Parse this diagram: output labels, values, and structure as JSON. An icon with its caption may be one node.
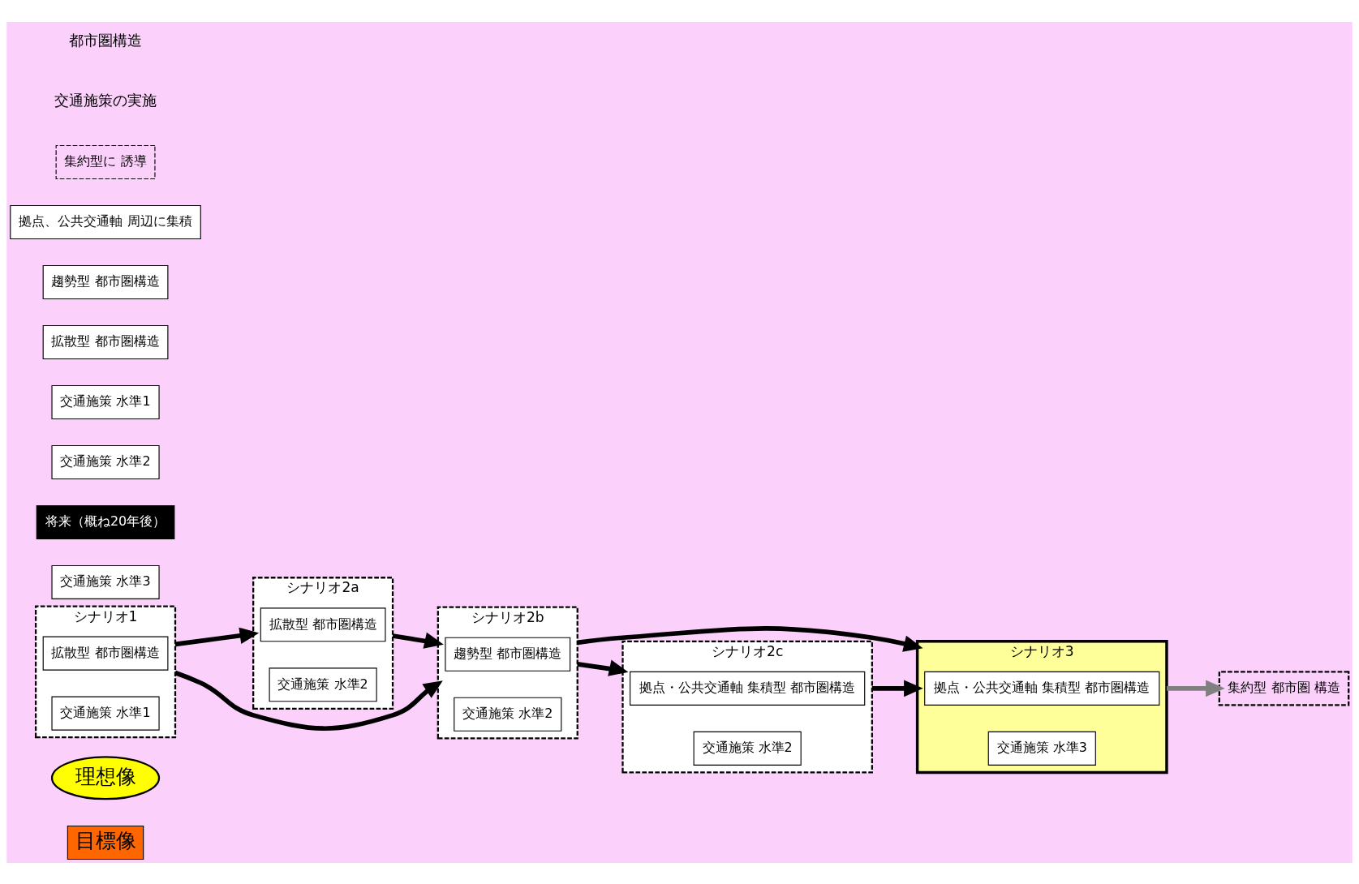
{
  "diagram": {
    "nodes": [
      {
        "text": [
          "目標像"
        ]
      },
      {
        "text": [
          "理想像"
        ]
      },
      {
        "text": [
          "シナリオ3"
        ]
      },
      {
        "text": [
          "拠点・公共交通軸 集積型 都市圏構造"
        ],
        "in": 2
      },
      {
        "text": [
          "交通施策 水準3"
        ],
        "in": 2
      },
      {
        "text": [
          "交通施策 水準3"
        ]
      },
      {
        "text": [
          "集約型 都市圏 構造"
        ]
      },
      {
        "text": [
          "将来（概ね20年後）"
        ]
      },
      {
        "text": [
          "シナリオ2a"
        ]
      },
      {
        "text": [
          "拡散型 都市圏構造"
        ],
        "in": 8
      },
      {
        "text": [
          "交通施策 水準2"
        ],
        "in": 8
      },
      {
        "text": [
          "シナリオ2b"
        ]
      },
      {
        "text": [
          "趨勢型 都市圏構造"
        ],
        "in": 11
      },
      {
        "text": [
          "交通施策 水準2"
        ],
        "in": 11
      },
      {
        "text": [
          "シナリオ2c"
        ]
      },
      {
        "text": [
          "拠点・公共交通軸 集積型 都市圏構造"
        ],
        "in": 14
      },
      {
        "text": [
          "交通施策 水準2"
        ],
        "in": 14
      },
      {
        "text": [
          "交通施策 水準2"
        ]
      },
      {
        "text": [
          "シナリオ1"
        ]
      },
      {
        "text": [
          "拡散型 都市圏構造"
        ],
        "in": 18
      },
      {
        "text": [
          "交通施策 水準1"
        ],
        "in": 18
      },
      {
        "text": [
          "交通施策 水準1"
        ]
      },
      {
        "text": [
          "拡散型 都市圏構造"
        ]
      },
      {
        "text": [
          "趨勢型 都市圏構造"
        ]
      },
      {
        "text": [
          "拠点、公共交通軸 周辺に集積"
        ]
      },
      {
        "text": [
          "集約型に 誘導"
        ]
      }
    ],
    "edges": [
      {
        "from": 18,
        "to": 8,
        "arrow": "to"
      },
      {
        "from": 18,
        "to": 11,
        "arrow": "to"
      },
      {
        "from": 8,
        "to": 11,
        "arrow": "to"
      },
      {
        "from": 11,
        "to": 14,
        "arrow": "to"
      },
      {
        "from": 11,
        "to": 2,
        "arrow": "to"
      },
      {
        "from": 14,
        "to": 2,
        "arrow": "to"
      },
      {
        "from": 2,
        "to": 6,
        "arrow": "to",
        "color": "#808080"
      }
    ],
    "labels": [
      "交通施策の実施",
      "都市圏構造"
    ]
  }
}
